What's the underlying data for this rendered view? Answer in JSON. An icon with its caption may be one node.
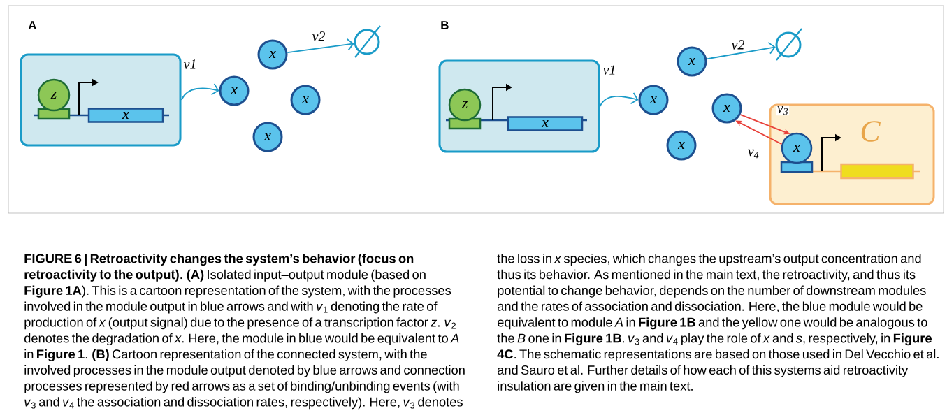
{
  "diagram": {
    "caption": "**FIGURE 6 | Retroactivity changes the system’s behavior (focus on retroactivity to the output)**. **(A)** Isolated input–output module (based on **Figure 1A**). This is a cartoon representation of the system, with the processes involved in the module output in blue arrows and with *v*$_{1}$ denoting the rate of production of *x* (output signal) due to the presence of a transcription factor *z*. *v*$_{2}$ denotes the degradation of *x*. Here, the module in blue would be equivalent to *A* in **Figure 1**. **(B)** Cartoon representation of the connected system, with the involved processes in the module output denoted by blue arrows and connection processes represented by red arrows as a set of binding/unbinding events (with *v*$_{3}$ and *v*$_{4}$ the association and dissociation rates, respectively). Here, *v*$_{3}$ denotes the loss in *x* species, which changes the upstream’s output concentration and thus its behavior. As mentioned in the main text, the retroactivity, and thus its potential to change behavior, depends on the number of downstream modules and the rates of association and dissociation. Here, the blue module would be equivalent to module *A* in **Figure 1B** and the yellow one would be analogous to the *B* one in **Figure 1B**. *v*$_{3}$ and *v*$_{4}$ play the role of *x* and *s*, respectively, in **Figure 4C**. The schematic representations are based on those used in Del Vecchio et al. and Sauro et al. Further details of how each of this systems aid retroactivity insulation are given in the main text.",
    "nodes": [
      {
        "text": [],
        "shape": "box"
      },
      {
        "text": [
          "z"
        ],
        "in": 0
      },
      {
        "text": [
          "x"
        ],
        "in": 0
      },
      {
        "text": [
          "x"
        ]
      },
      {
        "text": [
          "x"
        ]
      },
      {
        "text": [
          "x"
        ]
      },
      {
        "text": [
          "x"
        ]
      },
      {
        "text": [],
        "shape": "circle"
      },
      {
        "text": [],
        "shape": "box"
      },
      {
        "text": [
          "z"
        ],
        "in": 8
      },
      {
        "text": [
          "x"
        ],
        "in": 8
      },
      {
        "text": [
          "x"
        ]
      },
      {
        "text": [
          "x"
        ]
      },
      {
        "text": [
          "x"
        ]
      },
      {
        "text": [
          "x"
        ]
      },
      {
        "text": [],
        "shape": "circle"
      },
      {
        "text": [
          "C"
        ]
      },
      {
        "text": [
          "x"
        ],
        "in": 16
      },
      {
        "text": [],
        "shape": "bar",
        "in": 16
      }
    ],
    "edges": [
      {
        "from": 0,
        "to": 3,
        "arrow": "to",
        "label": "v1"
      },
      {
        "from": 4,
        "to": 7,
        "arrow": "to",
        "label": "v2"
      },
      {
        "from": 8,
        "to": 12,
        "arrow": "to",
        "label": "v1"
      },
      {
        "from": 11,
        "to": 15,
        "arrow": "to",
        "label": "v2"
      },
      {
        "from": 13,
        "to": 17,
        "arrow": "to",
        "label": "v$_{3}$",
        "color": "#e8403a"
      },
      {
        "from": 17,
        "to": 13,
        "arrow": "to",
        "label": "v$_{4}$",
        "color": "#e8403a"
      }
    ],
    "labels": [
      "A",
      "B"
    ]
  }
}
